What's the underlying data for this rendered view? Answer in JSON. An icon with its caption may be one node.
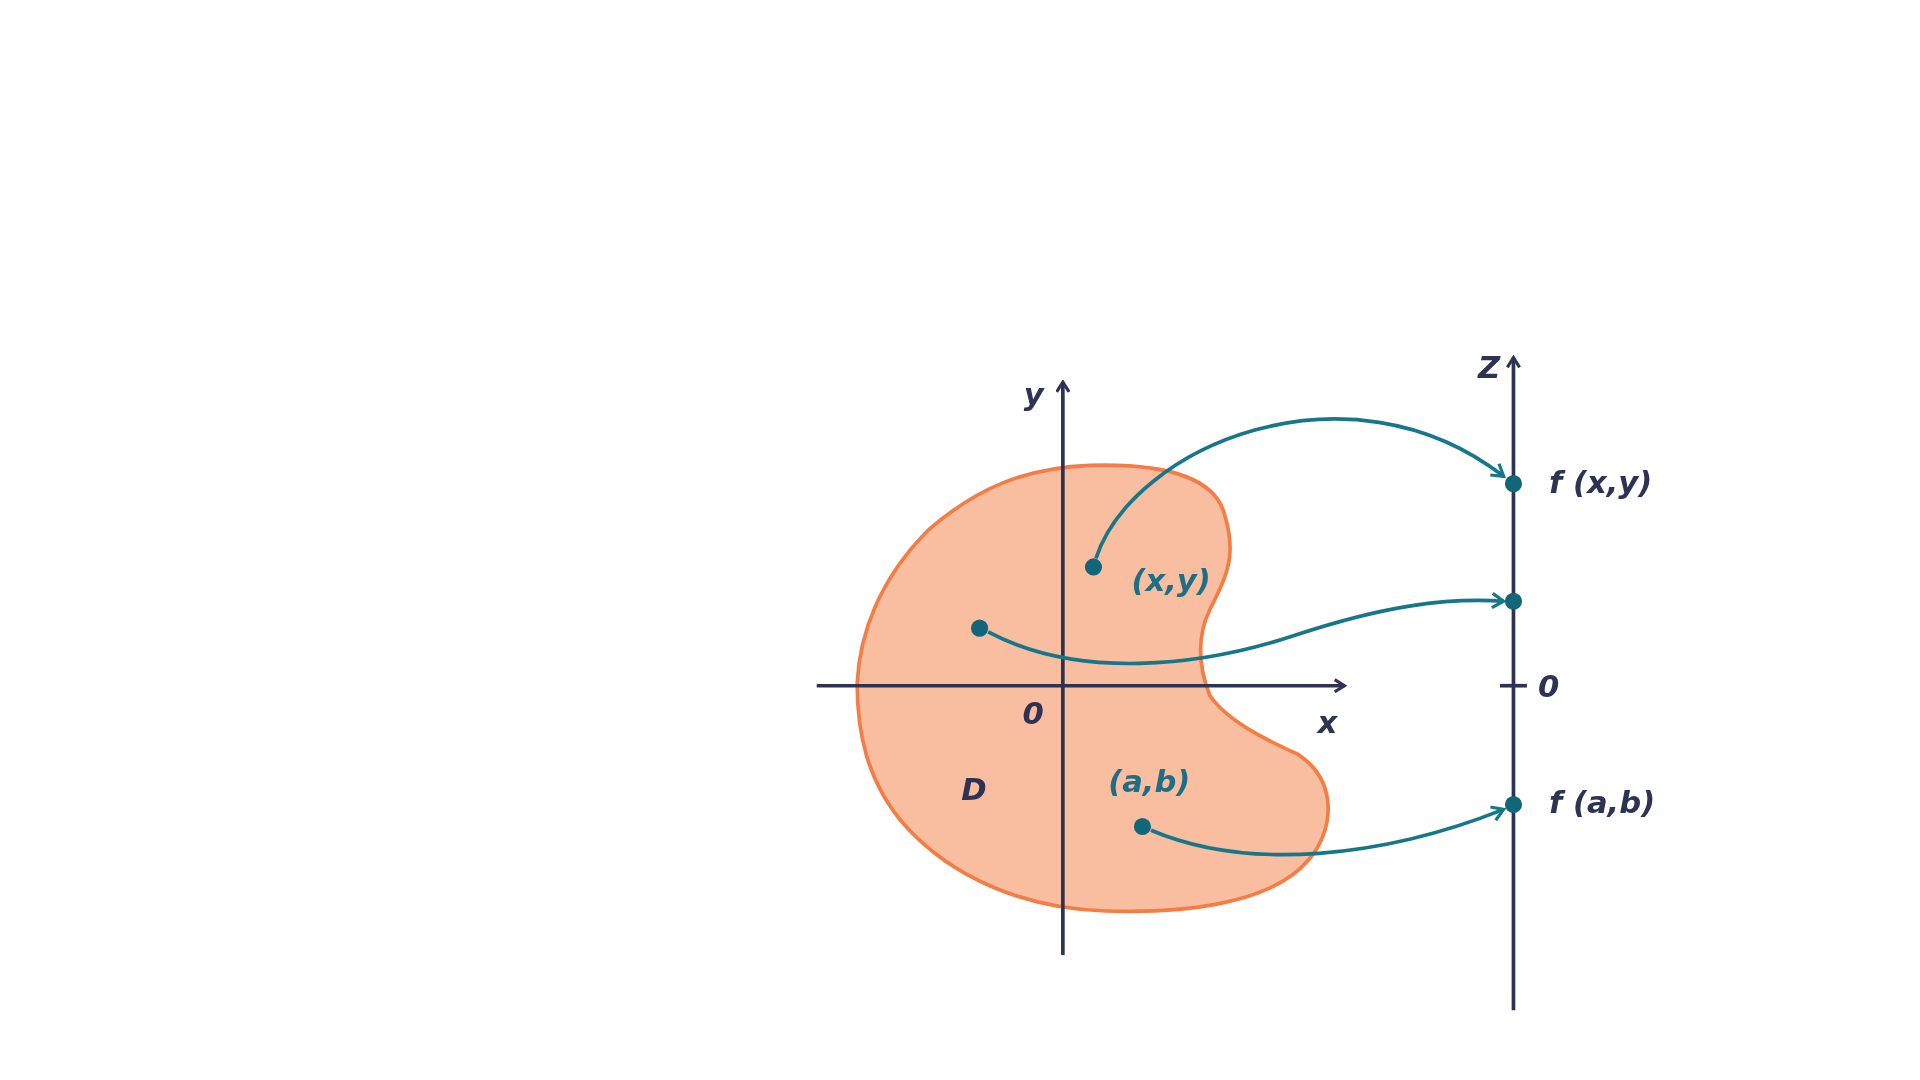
{
  "diagram": {
    "nodes": [
      {
        "text": [
          "D"
        ]
      },
      {
        "text": [],
        "shape": "circle",
        "in": 0,
        "beside": [
          "(x,y)"
        ]
      },
      {
        "text": [],
        "shape": "circle",
        "in": 0
      },
      {
        "text": [],
        "shape": "circle",
        "in": 0,
        "beside": [
          "(a,b)"
        ]
      },
      {
        "text": [],
        "shape": "circle",
        "beside": [
          "f (x,y)"
        ]
      },
      {
        "text": [],
        "shape": "circle"
      },
      {
        "text": [],
        "shape": "circle",
        "beside": [
          "f (a,b)"
        ]
      }
    ],
    "edges": [
      {
        "from": 1,
        "to": 4,
        "arrow": "to"
      },
      {
        "from": 2,
        "to": 5,
        "arrow": "to"
      },
      {
        "from": 3,
        "to": 6,
        "arrow": "to"
      }
    ],
    "labels": [
      "y",
      "Z",
      "0",
      "0",
      "x"
    ]
  }
}
